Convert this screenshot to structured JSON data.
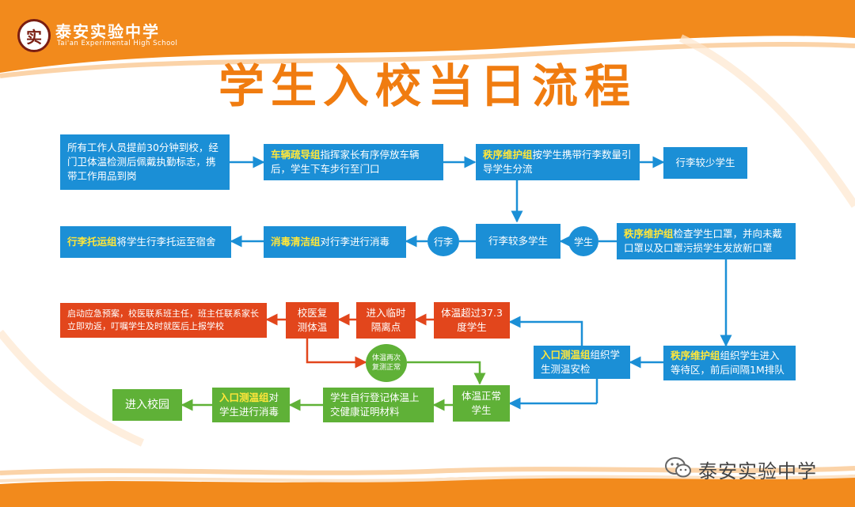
{
  "header": {
    "school_name": "泰安实验中学",
    "school_name_en": "Tai'an Experimental High School",
    "logo_glyph": "实"
  },
  "title": "学生入校当日流程",
  "nodes": {
    "staff_arrive": "所有工作人员提前30分钟到校，经门卫体温检测后佩戴执勤标志，携带工作用品到岗",
    "vehicle_group": "车辆疏导组",
    "vehicle_text": "指挥家长有序停放车辆后，学生下车步行至门口",
    "order_group_1": "秩序维护组",
    "order_text_1": "按学生携带行李数量引导学生分流",
    "less_luggage": "行李较少学生",
    "more_luggage": "行李较多学生",
    "luggage_chip": "行李",
    "student_chip": "学生",
    "order_group_2": "秩序维护组",
    "order_text_2": "检查学生口罩，并向未戴口罩以及口罩污损学生发放新口罩",
    "disinfect_group": "消毒清洁组",
    "disinfect_text": "对行李进行消毒",
    "transport_group": "行李托运组",
    "transport_text": "将学生行李托运至宿舍",
    "order_group_3": "秩序维护组",
    "order_text_3": "组织学生进入等待区，前后间隔1M排队",
    "temp_group": "入口测温组",
    "temp_text": "组织学生测温安检",
    "fever": "体温超过37.3度学生",
    "isolation": "进入临时隔离点",
    "recheck": "校医复测体温",
    "emergency": "启动应急预案，校医联系班主任，班主任联系家长立即劝返，叮嘱学生及时就医后上报学校",
    "normal_after_recheck": "体温两次复测正常",
    "normal_temp": "体温正常学生",
    "register": "学生自行登记体温上交健康证明材料",
    "entry_disinfect_group": "入口测温组",
    "entry_disinfect_text": "对学生进行消毒",
    "enter_campus": "进入校园"
  },
  "watermark": "泰安实验中学",
  "colors": {
    "frame_orange": "#f28a1c",
    "title_orange": "#f07c10",
    "node_blue": "#1b8fd6",
    "node_red": "#e2461c",
    "node_green": "#5fb137",
    "highlight_yellow": "#ffe63a"
  }
}
